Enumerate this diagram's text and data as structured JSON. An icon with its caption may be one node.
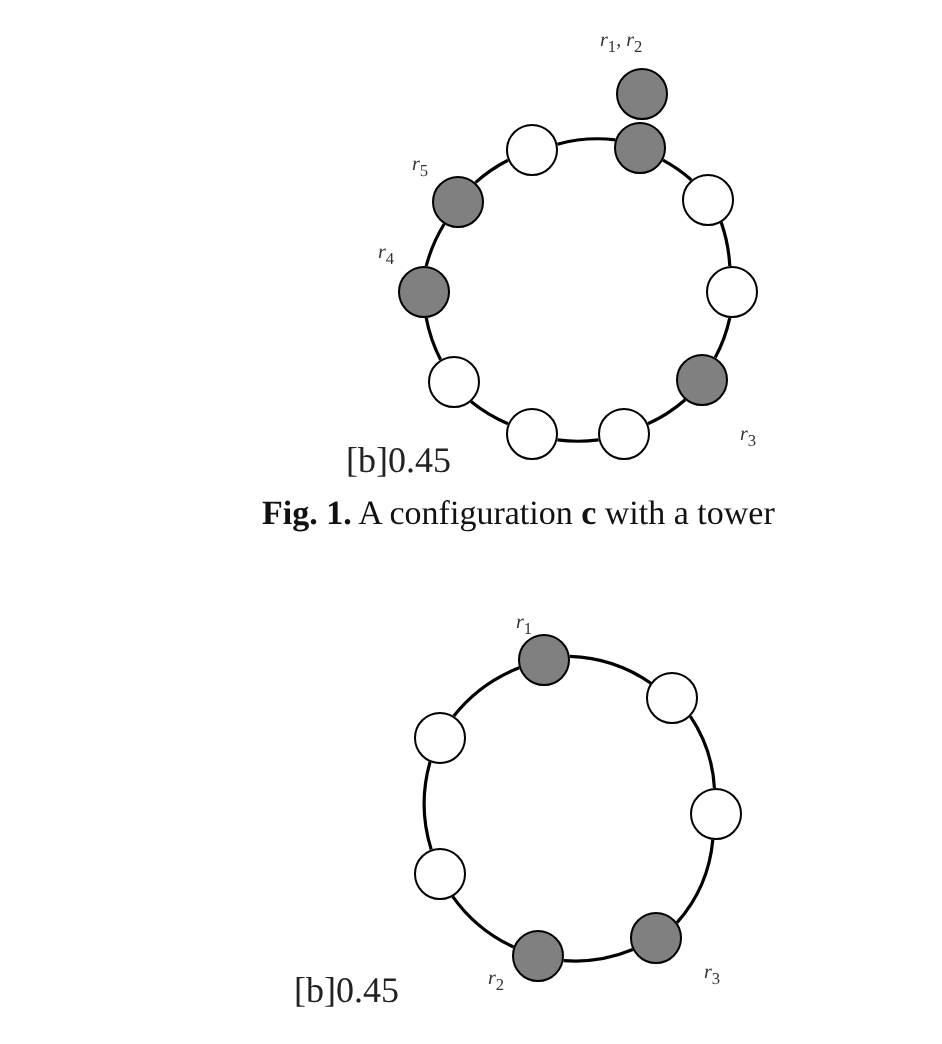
{
  "diagram": {
    "caption": "**Fig. 1.** A configuration **c** with a tower",
    "nodes": [
      {
        "text": [],
        "shape": "disc",
        "beside": [
          "*r*$_{1}$, *r*$_{2}$"
        ]
      },
      {
        "text": [],
        "shape": "disc"
      },
      {
        "text": [],
        "shape": "circle"
      },
      {
        "text": [],
        "shape": "circle"
      },
      {
        "text": [],
        "shape": "disc",
        "beside": [
          "*r*$_{5}$"
        ]
      },
      {
        "text": [],
        "shape": "disc",
        "beside": [
          "*r*$_{4}$"
        ]
      },
      {
        "text": [],
        "shape": "circle"
      },
      {
        "text": [],
        "shape": "disc",
        "beside": [
          "*r*$_{3}$"
        ]
      },
      {
        "text": [],
        "shape": "circle"
      },
      {
        "text": [],
        "shape": "circle"
      },
      {
        "text": [],
        "shape": "circle"
      },
      {
        "text": [],
        "shape": "disc",
        "beside": [
          "*r*$_{1}$"
        ]
      },
      {
        "text": [],
        "shape": "circle"
      },
      {
        "text": [],
        "shape": "circle"
      },
      {
        "text": [],
        "shape": "circle"
      },
      {
        "text": [],
        "shape": "circle"
      },
      {
        "text": [],
        "shape": "disc",
        "beside": [
          "*r*$_{3}$"
        ]
      },
      {
        "text": [],
        "shape": "disc",
        "beside": [
          "*r*$_{2}$"
        ]
      }
    ],
    "edges": [
      {
        "from": 1,
        "to": 3,
        "arrow": "none"
      },
      {
        "from": 3,
        "to": 6,
        "arrow": "none"
      },
      {
        "from": 6,
        "to": 7,
        "arrow": "none"
      },
      {
        "from": 7,
        "to": 10,
        "arrow": "none"
      },
      {
        "from": 10,
        "to": 9,
        "arrow": "none"
      },
      {
        "from": 9,
        "to": 8,
        "arrow": "none"
      },
      {
        "from": 8,
        "to": 5,
        "arrow": "none"
      },
      {
        "from": 5,
        "to": 4,
        "arrow": "none"
      },
      {
        "from": 4,
        "to": 2,
        "arrow": "none"
      },
      {
        "from": 2,
        "to": 1,
        "arrow": "none"
      },
      {
        "from": 11,
        "to": 12,
        "arrow": "none"
      },
      {
        "from": 12,
        "to": 14,
        "arrow": "none"
      },
      {
        "from": 14,
        "to": 16,
        "arrow": "none"
      },
      {
        "from": 16,
        "to": 17,
        "arrow": "none"
      },
      {
        "from": 17,
        "to": 15,
        "arrow": "none"
      },
      {
        "from": 15,
        "to": 13,
        "arrow": "none"
      },
      {
        "from": 13,
        "to": 11,
        "arrow": "none"
      }
    ],
    "labels": [
      "[b]0.45",
      "[b]0.45"
    ]
  }
}
